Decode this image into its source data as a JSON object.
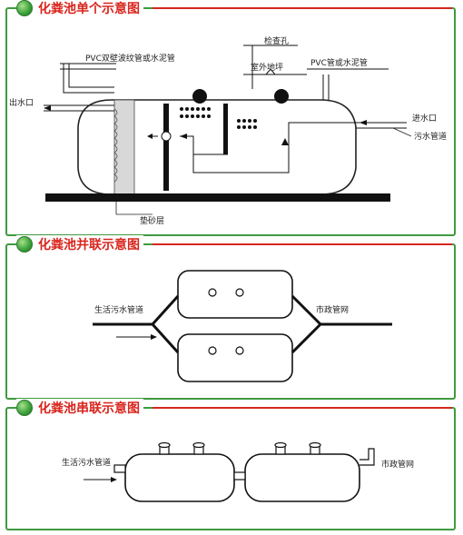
{
  "sections": [
    {
      "title": "化粪池单个示意图"
    },
    {
      "title": "化粪池并联示意图"
    },
    {
      "title": "化粪池串联示意图"
    }
  ],
  "single": {
    "labels": {
      "inspection_hole": "检查孔",
      "pvc_pipe": "PVC双壁波纹管或水泥管",
      "outdoor_ground": "室外地坪",
      "pvc_or_cement": "PVC管或水泥管",
      "outlet": "出水口",
      "inlet": "进水口",
      "sewage_pipe": "污水管道",
      "sand_cushion": "垫砂层"
    }
  },
  "parallel": {
    "labels": {
      "domestic_sewage": "生活污水管道",
      "municipal_network": "市政管网"
    }
  },
  "series": {
    "labels": {
      "domestic_sewage": "生活污水管道",
      "municipal_network": "市政管网"
    }
  }
}
